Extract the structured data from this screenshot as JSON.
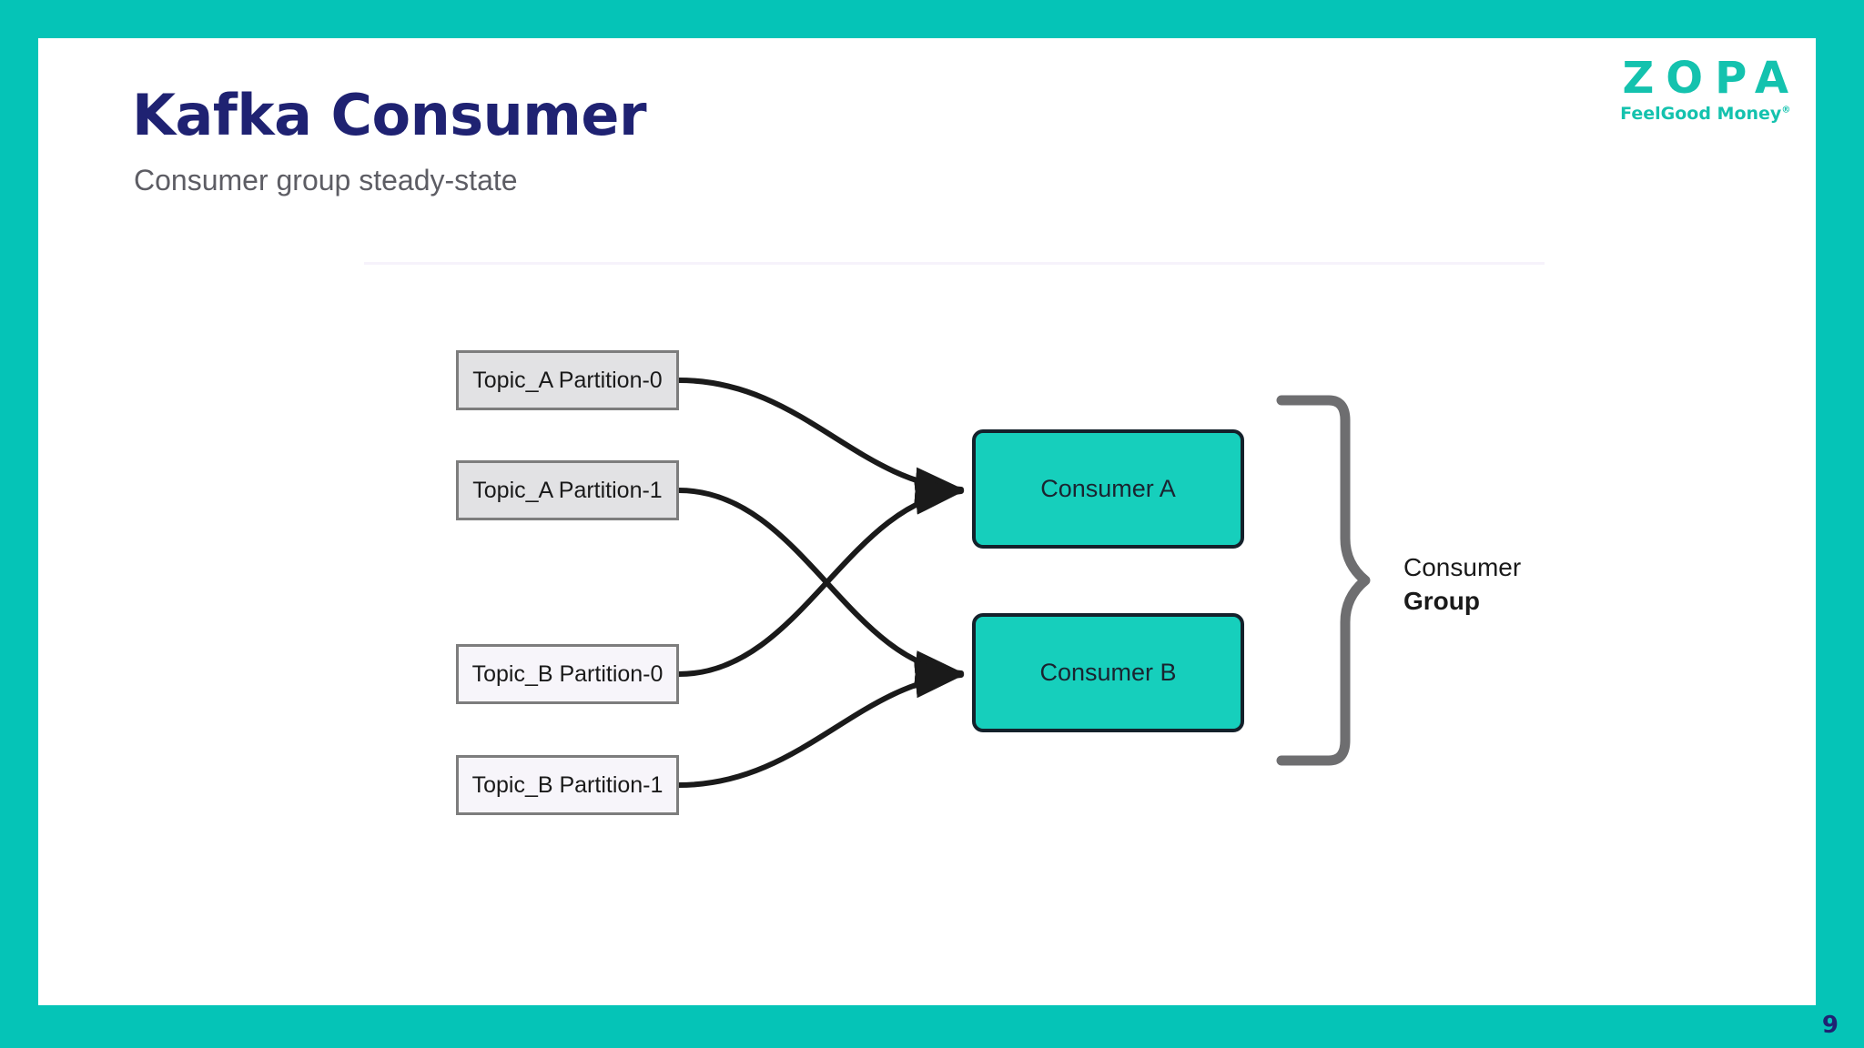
{
  "slide": {
    "title": "Kafka Consumer",
    "subtitle": "Consumer group steady-state",
    "page_number": "9",
    "accent_color": "#05C4B7",
    "title_color": "#1F2272",
    "subtitle_color": "#5D5D64",
    "divider_color": "#F6F2FB"
  },
  "brand": {
    "wordmark": "ZOPA",
    "tagline": "FeelGood Money",
    "trademark": "®",
    "color": "#14C2AE"
  },
  "diagram": {
    "partitions": [
      {
        "id": "topic-a-0",
        "label": "Topic_A Partition-0",
        "fill": "#E2E2E4",
        "border": "#7D7D7D"
      },
      {
        "id": "topic-a-1",
        "label": "Topic_A Partition-1",
        "fill": "#E2E2E4",
        "border": "#7D7D7D"
      },
      {
        "id": "topic-b-0",
        "label": "Topic_B Partition-0",
        "fill": "#F7F5FA",
        "border": "#7D7D7D"
      },
      {
        "id": "topic-b-1",
        "label": "Topic_B Partition-1",
        "fill": "#F7F5FA",
        "border": "#7D7D7D"
      }
    ],
    "consumers": [
      {
        "id": "consumer-a",
        "label": "Consumer A",
        "fill": "#16CFBC",
        "border": "#14212B"
      },
      {
        "id": "consumer-b",
        "label": "Consumer B",
        "fill": "#16CFBC",
        "border": "#14212B"
      }
    ],
    "group_label": {
      "line_1": "Consumer",
      "line_2": "Group"
    },
    "brace_color": "#6E6E70",
    "arrow_color": "#1A1A1A",
    "assignments": [
      {
        "from": "Topic_A Partition-0",
        "to": "Consumer A"
      },
      {
        "from": "Topic_A Partition-1",
        "to": "Consumer B"
      },
      {
        "from": "Topic_B Partition-0",
        "to": "Consumer A"
      },
      {
        "from": "Topic_B Partition-1",
        "to": "Consumer B"
      }
    ]
  }
}
